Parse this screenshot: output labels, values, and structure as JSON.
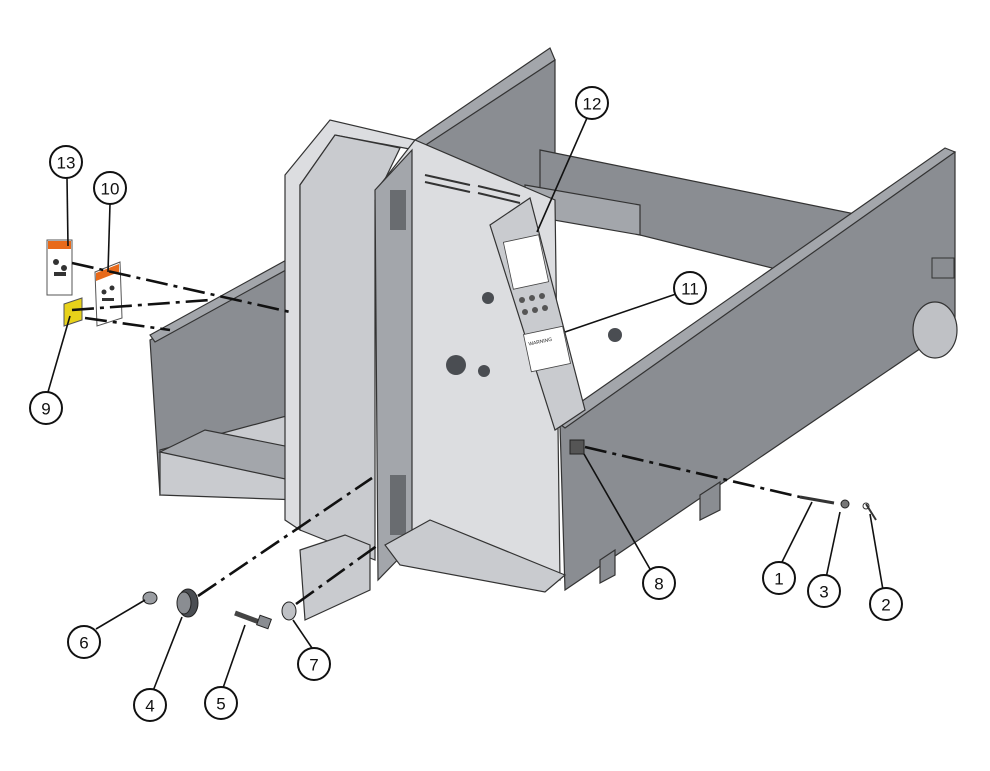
{
  "callouts": [
    {
      "id": "1",
      "text": "1"
    },
    {
      "id": "2",
      "text": "2"
    },
    {
      "id": "3",
      "text": "3"
    },
    {
      "id": "4",
      "text": "4"
    },
    {
      "id": "5",
      "text": "5"
    },
    {
      "id": "6",
      "text": "6"
    },
    {
      "id": "7",
      "text": "7"
    },
    {
      "id": "8",
      "text": "8"
    },
    {
      "id": "9",
      "text": "9"
    },
    {
      "id": "10",
      "text": "10"
    },
    {
      "id": "11",
      "text": "11"
    },
    {
      "id": "12",
      "text": "12"
    },
    {
      "id": "13",
      "text": "13"
    }
  ],
  "decals": {
    "warning_text": "WARNING"
  },
  "colors": {
    "frame_dark": "#8a8d92",
    "frame_mid": "#a3a6ab",
    "frame_light": "#c9cbcf",
    "decal_orange": "#e86a1a",
    "decal_yellow": "#e8d21a"
  }
}
